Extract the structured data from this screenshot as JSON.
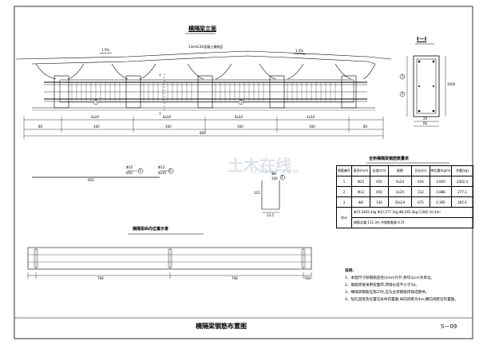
{
  "drawing": {
    "elevation_title": "横隔梁立面",
    "section_title": "I－I",
    "section_marker": "I",
    "deck_note": "13cmC40混凝土铺装层",
    "slope_left": "1.5%",
    "slope_right": "1.5%",
    "span_spacing_1": "4x20",
    "span_spacing_2": "8x20",
    "span_spacing_3": "8x20",
    "span_spacing_4": "4x20",
    "dim_80_left": "80",
    "dim_160_1": "160",
    "dim_160_2": "160",
    "dim_160_3": "160",
    "dim_160_4": "160",
    "dim_80_right": "80",
    "dim_total": "800",
    "sec_dim_bottom": "20",
    "sec_dim_width": "60",
    "sec_dim_height": "1000",
    "bar_length_1": "650",
    "bar_1_label": "Φ25",
    "bar_1_sub": "650",
    "bar_2_label": "Φ12",
    "bar_2_sub": "8x30",
    "stirrup_label": "Φ8",
    "stirrup_sub": "100",
    "stirrup_height": "315",
    "stirrup_width": "13.5",
    "plan_title": "横隔梁纵向位置示意",
    "plan_dim_left": "768",
    "plan_dim_mid": "768",
    "plan_dim_right": "768",
    "callout_1": "1",
    "callout_2": "2",
    "callout_3": "3"
  },
  "table": {
    "title": "全桥横隔梁钢筋数量表",
    "headers": [
      "钢筋编号",
      "直径(mm)",
      "长度(cm)",
      "根数",
      "总长(m)",
      "单位重(kg/m)",
      "共重(kg)"
    ],
    "rows": [
      [
        "1",
        "Φ25",
        "650",
        "4x24",
        "624",
        "3.850",
        "2402.4"
      ],
      [
        "2",
        "Φ12",
        "650",
        "2x24",
        "312",
        "0.888",
        "277.1"
      ],
      [
        "3",
        "Φ8",
        "130",
        "26x24",
        "672",
        "0.395",
        "265.4"
      ]
    ],
    "total_label": "合计",
    "total_line1": "Φ25:2402.4kg   Φ12:277.1kg   Φ8:265.4kg   C30砼:10.4m³",
    "total_line2": "钢筋总重:112.3m    共钢筋数量:4.5t"
  },
  "notes": {
    "header": "说明:",
    "items": [
      "1、本图尺寸除钢筋直径以mm计外,余均以cm为单位。",
      "2、钢筋焊接采用双面焊,焊缝长度不小于5d。",
      "3、横隔梁钢筋在施工时,应与主梁钢筋焊接成整体。",
      "4、钻孔直径及位置见总体布置图,纵向间距为4m,横向间距见布置图。"
    ]
  },
  "footer": {
    "drawing_title": "横隔梁钢筋布置图",
    "sheet_number": "S－09"
  },
  "watermark": {
    "main": "土木在线",
    "sub": "co188.com"
  }
}
